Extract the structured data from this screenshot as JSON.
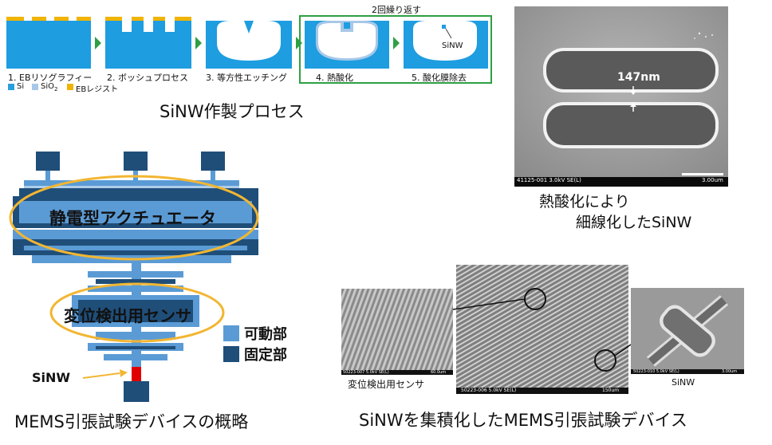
{
  "process": {
    "repeat_label": "2回繰り返す",
    "steps": [
      "1. EBリソグラフィー",
      "2. ボッシュプロセス",
      "3. 等方性エッチング",
      "4. 熱酸化",
      "5. 酸化膜除去"
    ],
    "sinw_marker": "SiNW",
    "legend": [
      {
        "label": "Si",
        "color": "#2a9fdc"
      },
      {
        "label": "SiO",
        "sub": "2",
        "color": "#a7c8e8"
      },
      {
        "label": "EBレジスト",
        "color": "#f0b400"
      }
    ],
    "caption": "SiNW作製プロセス",
    "colors": {
      "si": "#1e9de0",
      "sio2": "#a7c8e8",
      "resist": "#f0b400",
      "arrow": "#2ea043",
      "frame": "#2ea043"
    }
  },
  "sem_top": {
    "measure_label": "147nm",
    "info_left": "41125-001 3.0kV SE(L)",
    "info_right": "3.00um",
    "caption_line1": "熱酸化により",
    "caption_line2": "細線化したSiNW"
  },
  "mems_diagram": {
    "actuator_label": "静電型アクチュエータ",
    "sensor_label": "変位検出用センサ",
    "legend": [
      {
        "label": "可動部",
        "color": "#5b9bd5"
      },
      {
        "label": "固定部",
        "color": "#1f4e79"
      }
    ],
    "sinw_label": "SiNW",
    "caption": "MEMS引張試験デバイスの概略",
    "colors": {
      "movable": "#5b9bd5",
      "fixed": "#1f4e79",
      "ellipse": "#f2b632",
      "sinw": "#e00000",
      "arrow": "#f2b632"
    }
  },
  "sem_bottom": {
    "left_label": "変位検出用センサ",
    "left_info": "50223-007 5.0kV SE(L)",
    "left_scale": "60.0um",
    "center_info": "50223-006 5.0kV SE(L)",
    "center_scale": "150um",
    "right_label": "SiNW",
    "right_info": "50223-010 5.0kV SE(L)",
    "right_scale": "3.00um",
    "caption": "SiNWを集積化したMEMS引張試験デバイス"
  }
}
